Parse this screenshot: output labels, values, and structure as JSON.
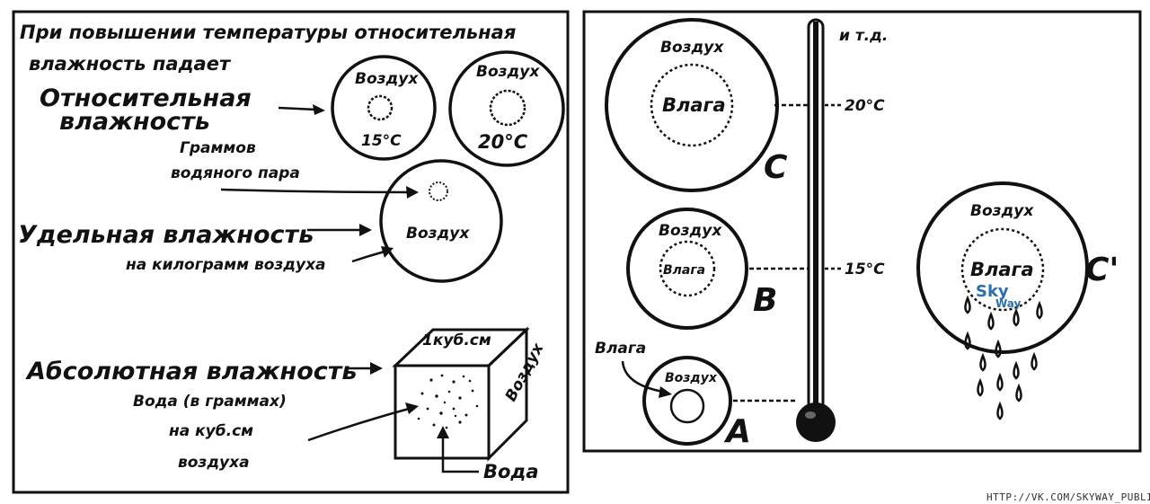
{
  "left_panel": {
    "header_line1": "При повышении температуры относительная",
    "header_line2": "влажность падает",
    "relative_line1": "Относительная",
    "relative_line2": "влажность",
    "circle_air_small": "Воздух",
    "circle_temp_small": "15°C",
    "circle_air_large": "Воздух",
    "circle_temp_large": "20°C",
    "grams_line1": "Граммов",
    "grams_line2": "водяного пара",
    "specific_label": "Удельная влажность",
    "specific_air": "Воздух",
    "per_kg_label": "на килограмм воздуха",
    "cube_top_label": "1куб.см",
    "cube_side_label": "Воздух",
    "absolute_label": "Абсолютная влажность",
    "water_line1": "Вода (в граммах)",
    "water_line2": "на куб.см",
    "water_line3": "воздуха",
    "water_arrow_label": "Вода"
  },
  "right_panel": {
    "etc_label": "и т.д.",
    "temp_high": "20°C",
    "temp_mid": "15°C",
    "circle_c_air": "Воздух",
    "circle_c_moisture": "Влага",
    "circle_c_letter": "C",
    "circle_b_air": "Воздух",
    "circle_b_moisture": "Влага",
    "circle_b_letter": "B",
    "circle_a_air": "Воздух",
    "circle_a_moisture": "Влага",
    "circle_a_letter": "A",
    "circle_c2_air": "Воздух",
    "circle_c2_moisture": "Влага",
    "circle_c2_letter": "C'"
  },
  "logo": {
    "sky": "Sky",
    "way": "Way"
  },
  "footer": {
    "url": "HTTP://VK.COM/SKYWAY_PUBLIC"
  }
}
